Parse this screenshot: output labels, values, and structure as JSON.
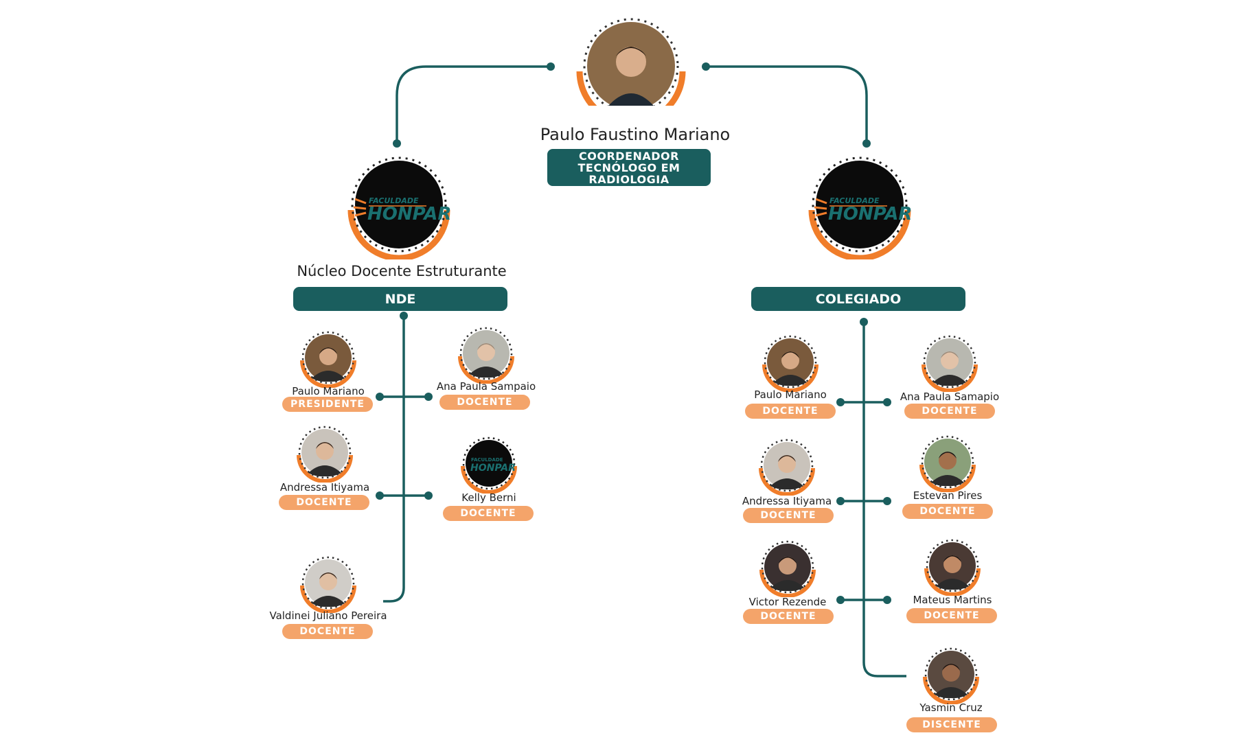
{
  "coordinator": {
    "name": "Paulo Faustino Mariano",
    "role_lines": [
      "COORDENADOR",
      "TECNÓLOGO EM",
      "RADIOLOGIA"
    ]
  },
  "logo": {
    "line1": "FACULDADE",
    "line2": "HONPAR"
  },
  "nde": {
    "heading": "Núcleo Docente Estruturante",
    "label": "NDE",
    "members": [
      {
        "name": "Paulo Mariano",
        "role": "PRESIDENTE"
      },
      {
        "name": "Ana Paula Sampaio",
        "role": "DOCENTE"
      },
      {
        "name": "Andressa Itiyama",
        "role": "DOCENTE"
      },
      {
        "name": "Kelly Berni",
        "role": "DOCENTE"
      },
      {
        "name": "Valdinei Juliano Pereira",
        "role": "DOCENTE"
      }
    ]
  },
  "colegiado": {
    "label": "COLEGIADO",
    "members": [
      {
        "name": "Paulo Mariano",
        "role": "DOCENTE"
      },
      {
        "name": "Ana Paula Samapio",
        "role": "DOCENTE"
      },
      {
        "name": "Andressa Itiyama",
        "role": "DOCENTE"
      },
      {
        "name": "Estevan Pires",
        "role": "DOCENTE"
      },
      {
        "name": "Victor Rezende",
        "role": "DOCENTE"
      },
      {
        "name": "Mateus Martins",
        "role": "DOCENTE"
      },
      {
        "name": "Yasmin Cruz",
        "role": "DISCENTE"
      }
    ]
  },
  "colors": {
    "teal": "#1a5e5e",
    "orange": "#f07d2a",
    "pill": "#f4a46a"
  }
}
